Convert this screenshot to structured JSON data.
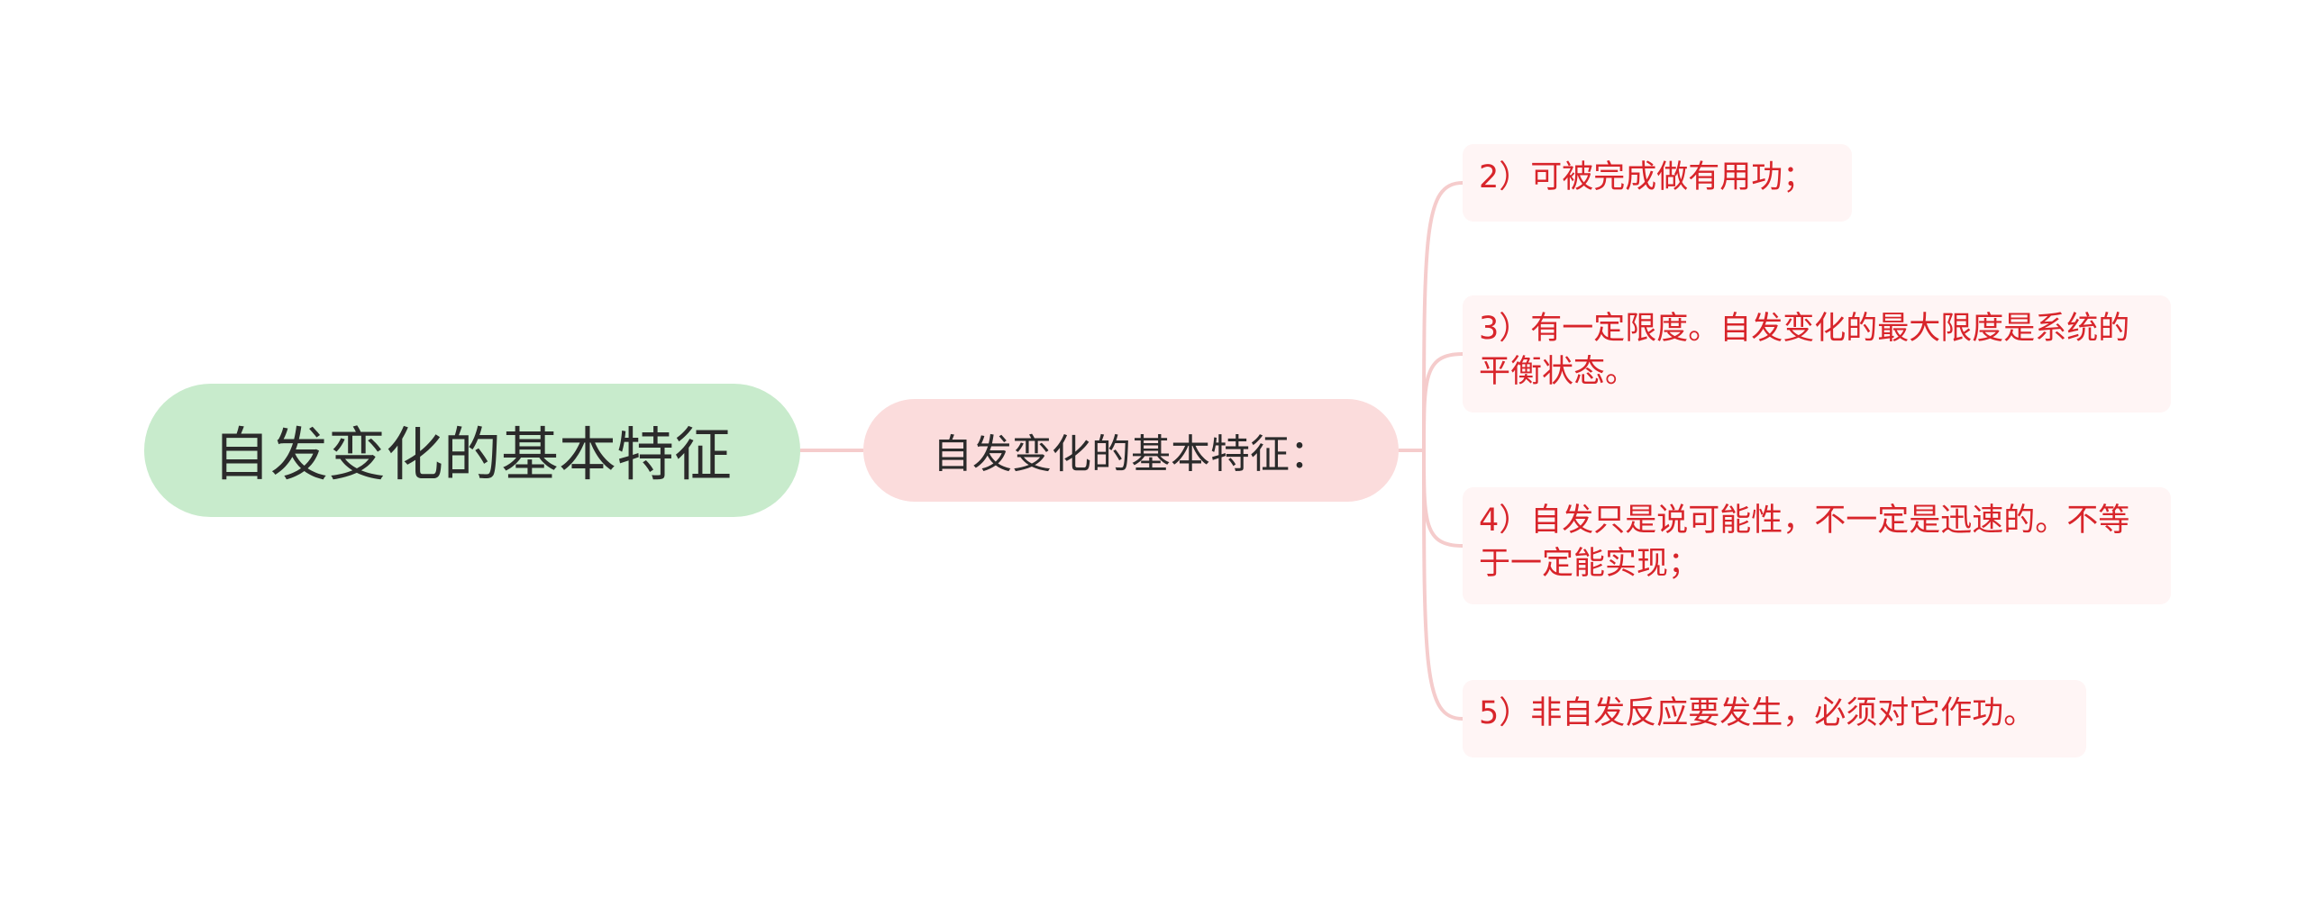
{
  "root": {
    "label": "自发变化的基本特征"
  },
  "main_topic": {
    "label": "自发变化的基本特征："
  },
  "subtopics": [
    {
      "label": "2）可被完成做有用功；"
    },
    {
      "label": "3）有一定限度。自发变化的最大限度是系统的平衡状态。"
    },
    {
      "label": "4）自发只是说可能性，不一定是迅速的。不等于一定能实现；"
    },
    {
      "label": "5）非自发反应要发生，必须对它作功。"
    }
  ],
  "colors": {
    "root_fill": "#c8ebcc",
    "main_fill": "#fbdcdc",
    "leaf_fill": "#fff5f5",
    "leaf_text": "#d8252b",
    "connector": "#f5cccc",
    "dark_text": "#2b2b2b"
  }
}
